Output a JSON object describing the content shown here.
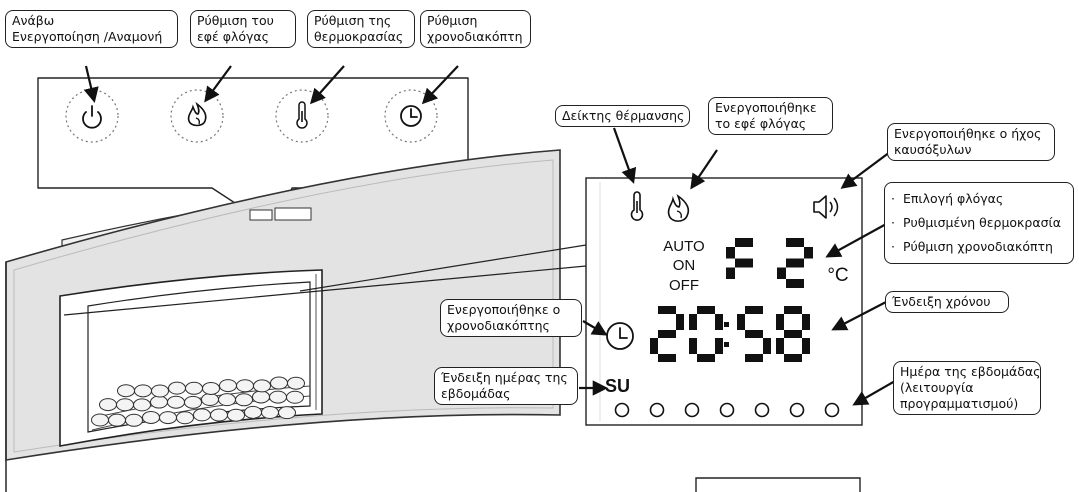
{
  "top_callouts": [
    {
      "lines": [
        "Ανάβω",
        "Ενεργοποίηση /Αναμονή"
      ]
    },
    {
      "lines": [
        "Ρύθμιση του",
        "εφέ φλόγας"
      ]
    },
    {
      "lines": [
        "Ρύθμιση της",
        "θερμοκρασίας"
      ]
    },
    {
      "lines": [
        "Ρύθμιση",
        "χρονοδιακόπτη"
      ]
    }
  ],
  "panel_icons": [
    "power-icon",
    "flame-icon",
    "thermometer-icon",
    "clock-icon"
  ],
  "lcd_callouts": {
    "heating_indicator": {
      "lines": [
        "Δείκτης θέρμανσης"
      ]
    },
    "flame_effect_on": {
      "lines": [
        "Ενεργοποιήθηκε",
        "το εφέ φλόγας"
      ]
    },
    "sound_on": {
      "lines": [
        "Ενεργοποιήθηκε ο ήχος",
        "καυσόξυλων"
      ]
    },
    "settings_list": [
      "Επιλογή φλόγας",
      "Ρυθμισμένη θερμοκρασία",
      "Ρύθμιση χρονοδιακόπτη"
    ],
    "timer_on": {
      "lines": [
        "Ενεργοποιήθηκε ο",
        "χρονοδιακόπτης"
      ]
    },
    "time_display": {
      "lines": [
        "Ένδειξη χρόνου"
      ]
    },
    "day_indicator": {
      "lines": [
        "Ένδειξη ημέρας της",
        "εβδομάδας"
      ]
    },
    "weekday_program": {
      "lines": [
        "Ημέρα της εβδομάδας",
        "(λειτουργία",
        "προγραμματισμού)"
      ]
    }
  },
  "lcd": {
    "mode_labels": [
      "AUTO",
      "ON",
      "OFF"
    ],
    "code_digits": [
      "F",
      "2"
    ],
    "unit": "°C",
    "time_digits": [
      "2",
      "0",
      "5",
      "8"
    ],
    "day": "SU",
    "day_dots": 7
  },
  "colors": {
    "line": "#222222",
    "heater_face": "#e3e3e3",
    "heater_edge": "#333333"
  }
}
